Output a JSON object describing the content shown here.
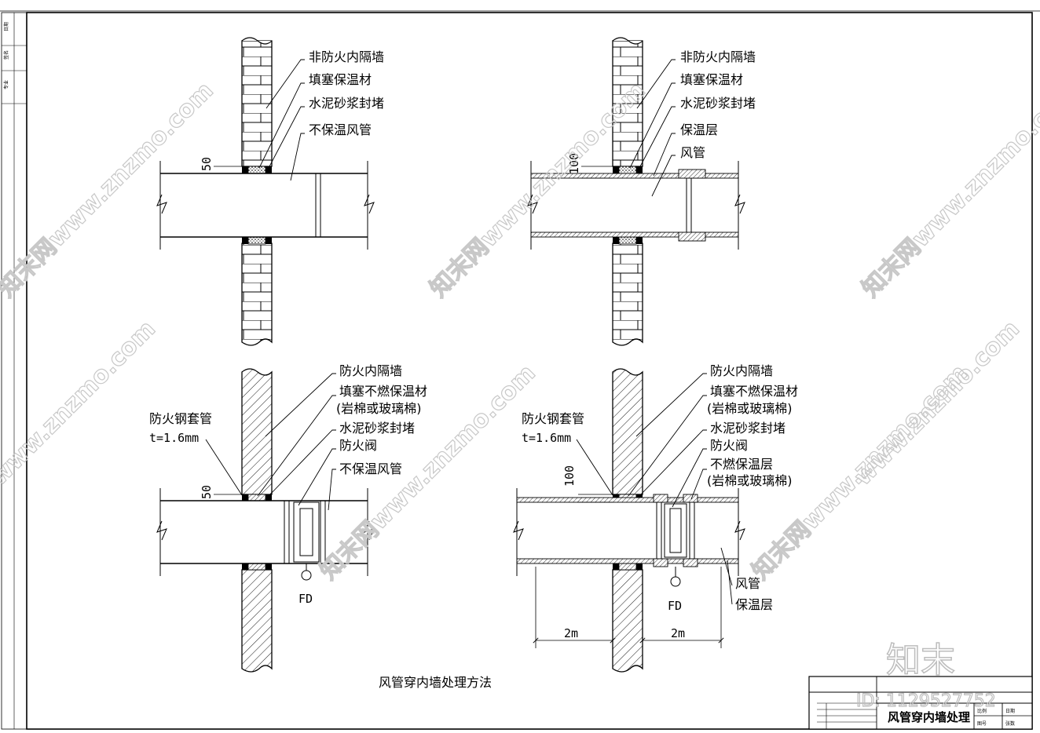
{
  "caption": "风管穿内墙处理方法",
  "panels": {
    "tl": {
      "labels": [
        "非防火内隔墙",
        "填塞保温材",
        "水泥砂浆封堵",
        "不保温风管"
      ],
      "dim": "50"
    },
    "tr": {
      "labels": [
        "非防火内隔墙",
        "填塞保温材",
        "水泥砂浆封堵",
        "保温层",
        "风管"
      ],
      "dim": "100"
    },
    "bl": {
      "labels": [
        "防火内隔墙",
        "填塞不燃保温材",
        "(岩棉或玻璃棉)",
        "水泥砂浆封堵",
        "防火阀",
        "不保温风管"
      ],
      "sleeve": "防火钢套管",
      "thickness": "t=1.6mm",
      "dim": "50",
      "fd": "FD"
    },
    "br": {
      "labels": [
        "防火内隔墙",
        "填塞不燃保温材",
        "(岩棉或玻璃棉)",
        "水泥砂浆封堵",
        "防火阀",
        "不燃保温层",
        "(岩棉或玻璃棉)"
      ],
      "sleeve": "防火钢套管",
      "thickness": "t=1.6mm",
      "dim": "100",
      "fd": "FD",
      "dim_left": "2m",
      "dim_right": "2m",
      "duct": "风管",
      "insulation": "保温层"
    }
  },
  "title_block": {
    "title": "风管穿内墙处理",
    "scale_label": "比例",
    "drawing_no_label": "图号",
    "date_label": "日期",
    "sheet_label": "张数"
  },
  "margin_labels": [
    "专业",
    "签名",
    "日期"
  ],
  "watermarks": {
    "site": "知末网www.znzmo.com",
    "domain": "www.znzmo.com",
    "logo": "知末",
    "id": "ID: 1129527752"
  }
}
